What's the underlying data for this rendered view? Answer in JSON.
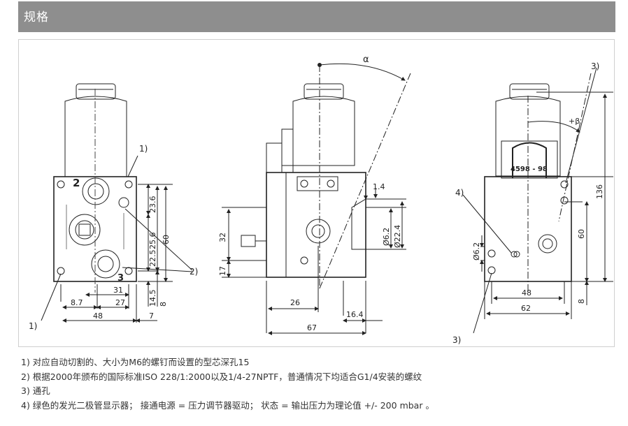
{
  "header": {
    "title": "规格"
  },
  "drawing": {
    "labels": {
      "ref1": "1)",
      "ref2": "2)",
      "ref3": "3)",
      "ref4": "4)",
      "alpha": "α",
      "beta": "+β",
      "part_number": "4598 - 98",
      "mark_two": "2",
      "mark_three": "3",
      "d8_7": "8.7",
      "d27": "27",
      "d31": "31",
      "d48": "48",
      "d7": "7",
      "d14_5": "14.5",
      "d8": "8",
      "d22_5": "22.5",
      "d25_6": "25.6",
      "d23_6": "23.6",
      "d60": "60",
      "d32": "32",
      "d17": "17",
      "d26": "26",
      "d16_4": "16.4",
      "d67": "67",
      "d1_4": "1.4",
      "d6_2": "Ø6.2",
      "d22_4": "Ø22.4",
      "d136": "136",
      "r60": "60",
      "r48": "48",
      "r62": "62",
      "r8": "8",
      "r6_2": "Ø6.2"
    }
  },
  "notes": [
    "1) 对应自动切割的、大小为M6的螺钉而设置的型芯深孔15",
    "2) 根据2000年颁布的国际标准ISO 228/1:2000以及1/4-27NPTF，普通情况下均适合G1/4安装的螺纹",
    "3) 通孔",
    "4) 绿色的发光二极管显示器； 接通电源 = 压力调节器驱动； 状态 = 输出压力为理论值 +/- 200 mbar 。"
  ]
}
